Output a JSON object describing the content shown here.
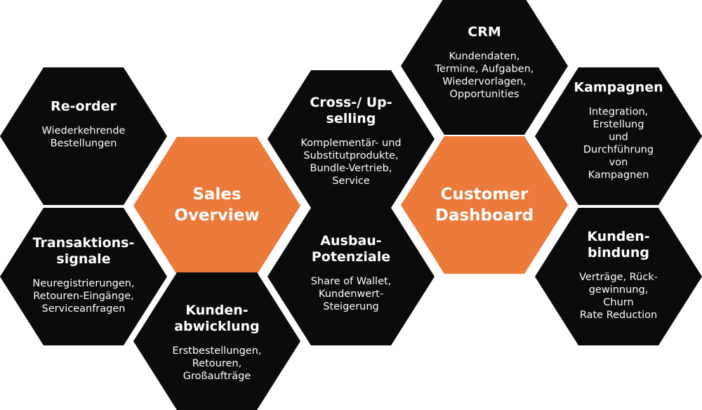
{
  "hexagons": [
    {
      "id": "re-order",
      "title": "Re-order",
      "text": "Wiederkehrende\nBestellungen"
    },
    {
      "id": "transaktionssignale",
      "title": "Transaktions-\nsignale",
      "text": "Neuregistrierungen,\nRetouren-Eingänge,\nServiceanfragen"
    },
    {
      "id": "sales-overview",
      "title": "Sales\nOverview",
      "text": ""
    },
    {
      "id": "kundenabwicklung",
      "title": "Kunden-\nabwicklung",
      "text": "Erstbestellungen,\nRetouren,\nGroßaufträge"
    },
    {
      "id": "cross-upselling",
      "title": "Cross-/ Up-\nselling",
      "text": "Komplementär- und\nSubstitutprodukte,\nBundle-Vertrieb,\nService"
    },
    {
      "id": "ausbaupotenziale",
      "title": "Ausbau-\nPotenziale",
      "text": "Share of Wallet,\nKundenwert-\nSteigerung"
    },
    {
      "id": "crm",
      "title": "CRM",
      "text": "Kundendaten,\nTermine, Aufgaben,\nWiedervorlagen,\nOpportunities"
    },
    {
      "id": "customer-dashboard",
      "title": "Customer\nDashboard",
      "text": ""
    },
    {
      "id": "kampagnen",
      "title": "Kampagnen",
      "text": "Integration, Erstellung\nund Durchführung von\nKampagnen"
    },
    {
      "id": "kundenbindung",
      "title": "Kunden-\nbindung",
      "text": "Verträge, Rück-\ngewinnung, Churn\nRate Reduction"
    }
  ],
  "colors": {
    "dark": "#0b0b0b",
    "accent": "#ec7a3b",
    "text": "#ffffff"
  }
}
